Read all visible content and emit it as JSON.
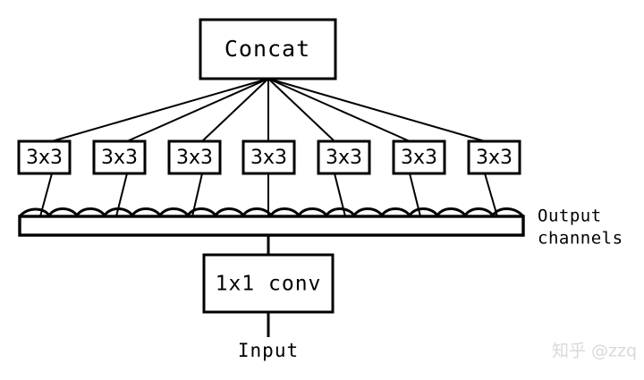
{
  "diagram": {
    "title_box": {
      "label": "Concat"
    },
    "branches": {
      "count": 7,
      "labels": [
        "3x3",
        "3x3",
        "3x3",
        "3x3",
        "3x3",
        "3x3",
        "3x3"
      ]
    },
    "channel_bar": {
      "label_line1": "Output",
      "label_line2": "channels"
    },
    "conv_box": {
      "label": "1x1 conv"
    },
    "input_label": {
      "label": "Input"
    },
    "watermark": {
      "text": "知乎 @zzq"
    },
    "colors": {
      "background": "#ffffff",
      "stroke": "#000000",
      "watermark": "#d9d9d9"
    }
  }
}
